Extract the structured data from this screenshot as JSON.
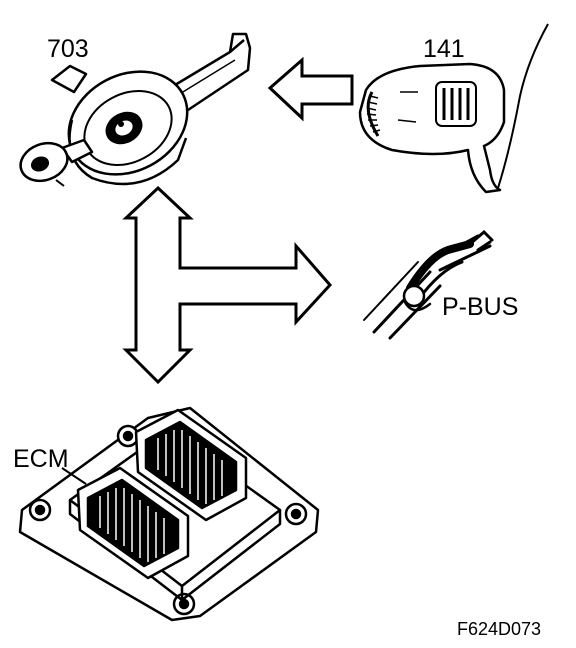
{
  "labels": {
    "switch_unit": "703",
    "stalk_switch": "141",
    "bus": "P-BUS",
    "control_module": "ECM",
    "figure_code": "F624D073"
  },
  "components": [
    {
      "id": "703",
      "kind": "ignition-switch-with-key"
    },
    {
      "id": "141",
      "kind": "steering-column-stalk-switch"
    },
    {
      "id": "P-BUS",
      "kind": "wiring-harness-connector"
    },
    {
      "id": "ECM",
      "kind": "engine-control-module"
    }
  ],
  "connections": [
    {
      "from": "141",
      "to": "703",
      "style": "hollow-arrow"
    },
    {
      "from": "703",
      "to": "ECM",
      "style": "double-headed-hollow-arrow"
    },
    {
      "from": "703-ECM",
      "to": "P-BUS",
      "style": "hollow-arrow-branch"
    }
  ]
}
